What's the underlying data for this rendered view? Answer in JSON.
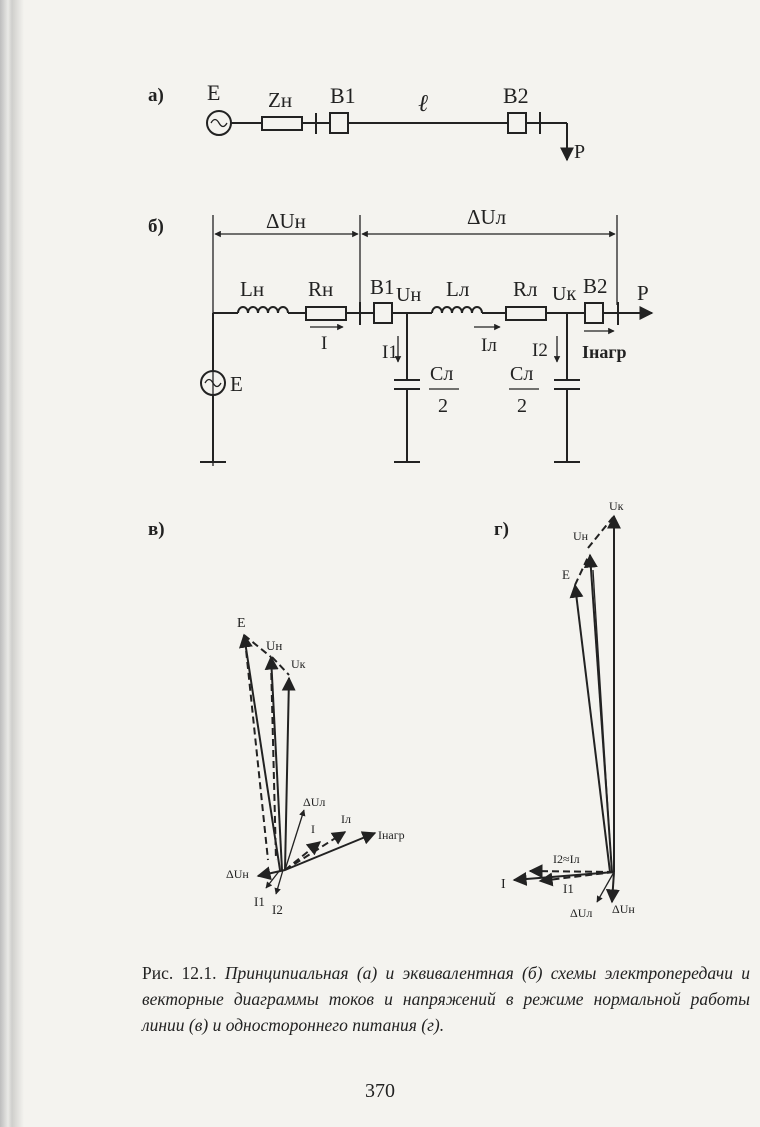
{
  "diagram_a": {
    "tag": "а)",
    "labels": {
      "source": "E",
      "impedance": "Zн",
      "breaker1": "B1",
      "line": "ℓ",
      "breaker2": "B2",
      "load": "P"
    }
  },
  "diagram_b": {
    "tag": "б)",
    "labels": {
      "dU_source": "ΔUн",
      "dU_line": "ΔUл",
      "L_source": "Lн",
      "R_source": "Rн",
      "breaker1": "B1",
      "U_start": "Uн",
      "L_line": "Lл",
      "R_line": "Rл",
      "U_end": "Uк",
      "breaker2": "B2",
      "load": "P",
      "source": "E",
      "I": "I",
      "I_line": "Iл",
      "I1": "I1",
      "I2": "I2",
      "I_load": "Iнагр",
      "C_left_num": "Cл",
      "C_left_den": "2",
      "C_right_num": "Cл",
      "C_right_den": "2"
    }
  },
  "diagram_v": {
    "tag": "в)",
    "labels": {
      "E": "E",
      "Un": "Uн",
      "Uk": "Uк",
      "dUl": "ΔUл",
      "Il": "Iл",
      "I": "I",
      "Inagr": "Iнагр",
      "dUn": "ΔUн",
      "I1": "I1",
      "I2": "I2"
    }
  },
  "diagram_g": {
    "tag": "г)",
    "labels": {
      "Uk": "Uк",
      "Un": "Uн",
      "E": "E",
      "I2Il": "I2≈Iл",
      "I": "I",
      "I1": "I1",
      "dUl": "ΔUл",
      "dUn": "ΔUн"
    }
  },
  "caption": {
    "lead": "Рис. 12.1.",
    "text": "Принципиальная (а) и эквивалентная (б) схемы электропередачи и векторные диаграммы токов и напряжений в режиме нормальной работы линии (в) и одностороннего питания (г)."
  },
  "page_number": "370"
}
